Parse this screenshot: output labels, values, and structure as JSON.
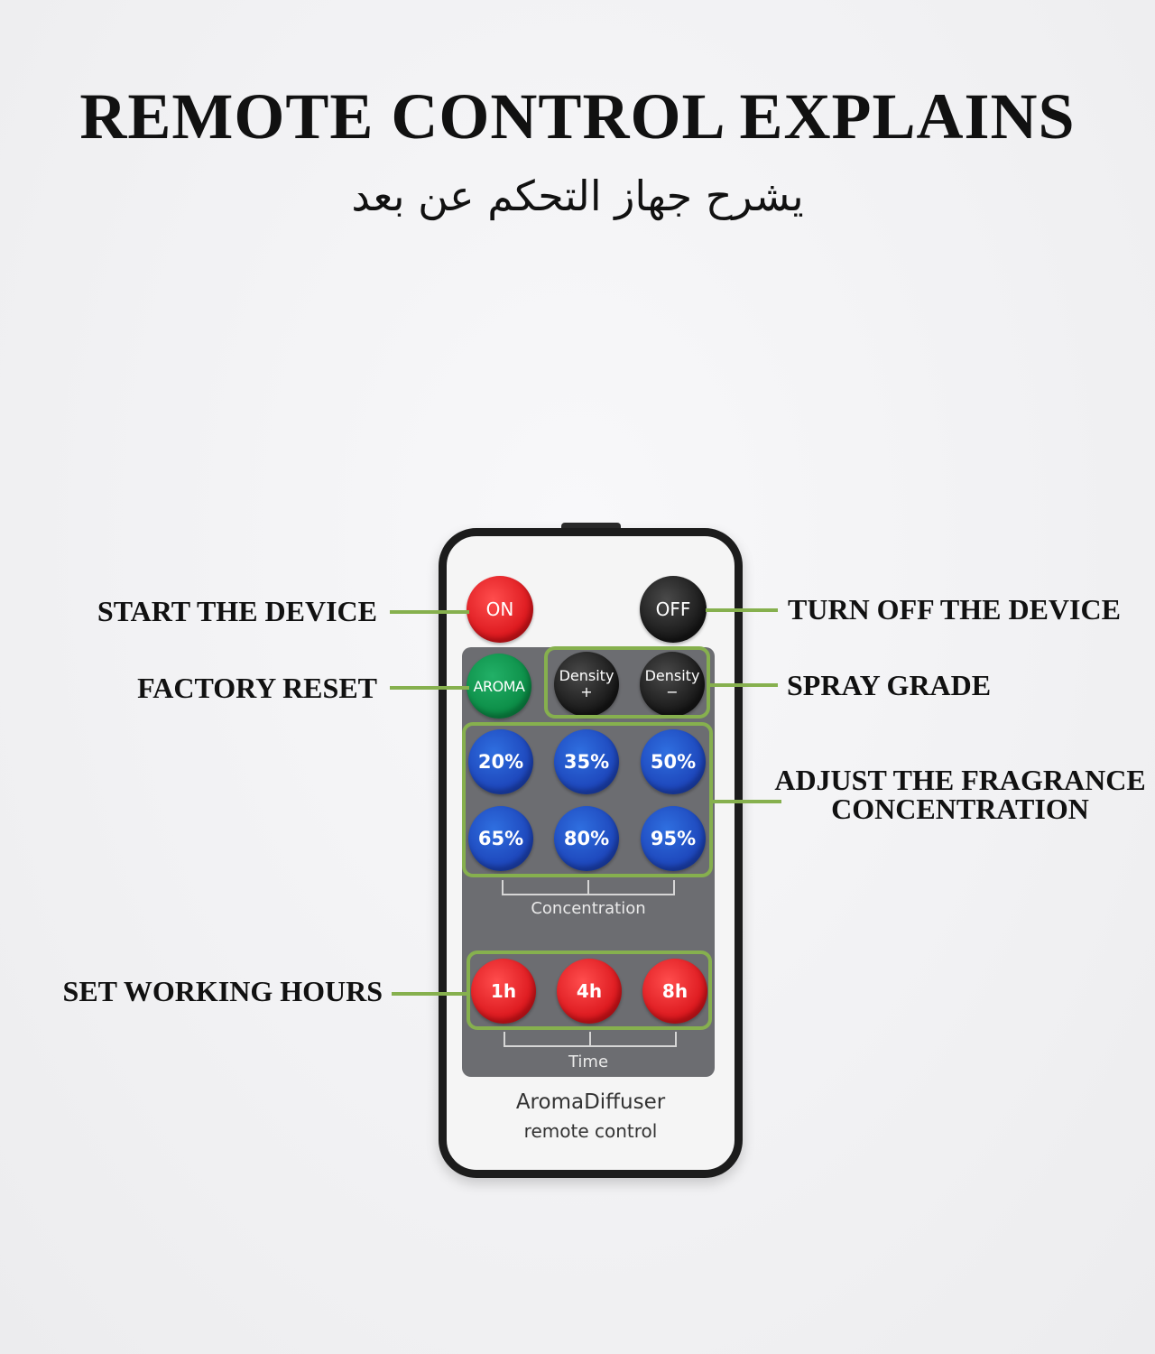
{
  "heading": {
    "title": "REMOTE CONTROL EXPLAINS",
    "subtitle": "يشرح جهاز التحكم عن بعد"
  },
  "callouts": {
    "start": "START THE DEVICE",
    "off": "TURN OFF THE DEVICE",
    "reset": "FACTORY RESET",
    "spray": "SPRAY GRADE",
    "adjust_line1": "ADJUST THE FRAGRANCE",
    "adjust_line2": "CONCENTRATION",
    "hours": "SET WORKING HOURS"
  },
  "remote": {
    "on": "ON",
    "off": "OFF",
    "aroma": "AROMA",
    "density_plus": "Density",
    "density_plus_sign": "+",
    "density_minus": "Density",
    "density_minus_sign": "−",
    "concentration": [
      "20%",
      "35%",
      "50%",
      "65%",
      "80%",
      "95%"
    ],
    "concentration_caption": "Concentration",
    "time": [
      "1h",
      "4h",
      "8h"
    ],
    "time_caption": "Time",
    "brand_name": "AromaDiffuser",
    "brand_sub": "remote control"
  },
  "colors": {
    "accent_green": "#86b04e",
    "button_red": "#d9141a",
    "button_blue": "#1c43b8",
    "button_green": "#0a8a44",
    "button_black": "#151515"
  }
}
